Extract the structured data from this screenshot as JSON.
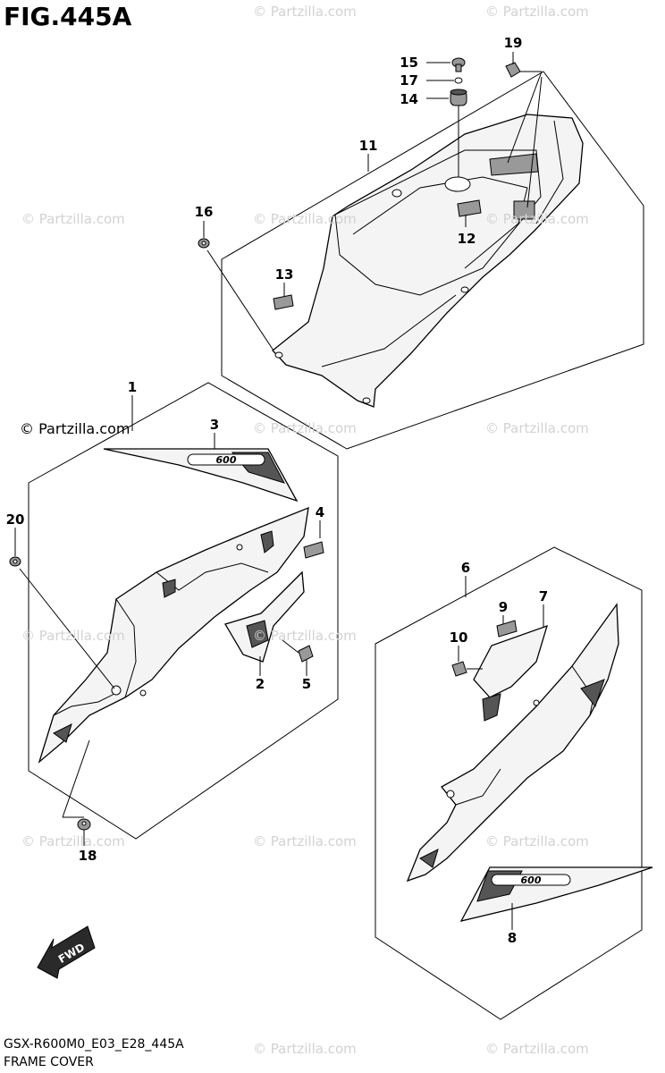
{
  "figure": {
    "title": "FIG.445A",
    "model_code": "GSX-R600M0_E03_E28_445A",
    "section_name": "FRAME COVER"
  },
  "watermarks": {
    "text": "© Partzilla.com",
    "prominent": "© Partzilla.com"
  },
  "callouts": {
    "c1": "1",
    "c2": "2",
    "c3": "3",
    "c4": "4",
    "c5": "5",
    "c6": "6",
    "c7": "7",
    "c8": "8",
    "c9": "9",
    "c10": "10",
    "c11": "11",
    "c12": "12",
    "c13": "13",
    "c14": "14",
    "c15": "15",
    "c16": "16",
    "c17": "17",
    "c18": "18",
    "c19": "19",
    "c20": "20"
  },
  "badges": {
    "fwd": "FWD",
    "decal_logo": "600"
  },
  "colors": {
    "line": "#000000",
    "watermark": "#d2d2d2",
    "part_fill": "#f4f4f4"
  }
}
